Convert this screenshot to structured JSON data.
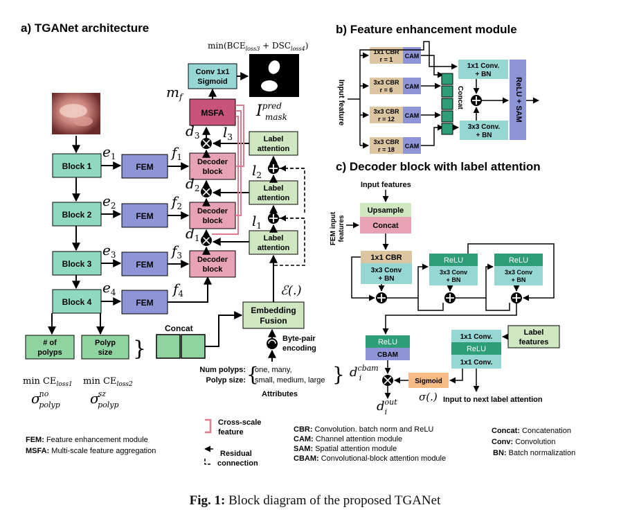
{
  "sections": {
    "a": "a) TGANet architecture",
    "b": "b) Feature enhancement module",
    "c": "c) Decoder block with label attention"
  },
  "colors": {
    "block_green": "#8fd8c1",
    "fem_blue": "#8d95d6",
    "decoder_pink": "#e7a2b6",
    "msfa_pink": "#c9547a",
    "conv_teal": "#96d7d4",
    "label_green": "#cfe8c2",
    "attr_green": "#8fd3a0",
    "relu_green": "#2e9e7a",
    "cbr_tan": "#dcc6a2",
    "cam_blue": "#8d95d6",
    "sigmoid_orange": "#f7bb84",
    "residual_red": "#e07a8e"
  },
  "panel_a": {
    "blocks": [
      "Block 1",
      "Block 2",
      "Block 3",
      "Block 4"
    ],
    "encoder_features": [
      "e",
      "e",
      "e",
      "e"
    ],
    "encoder_subscripts": [
      "1",
      "2",
      "3",
      "4"
    ],
    "fem": "FEM",
    "fem_outputs": [
      "f",
      "f",
      "f",
      "f"
    ],
    "fem_subscripts": [
      "1",
      "2",
      "3",
      "4"
    ],
    "decoder_line1": "Decoder",
    "decoder_line2": "block",
    "decoder_outputs": [
      "d",
      "d",
      "d"
    ],
    "decoder_subscripts": [
      "3",
      "2",
      "1"
    ],
    "label_attention_line1": "Label",
    "label_attention_line2": "attention",
    "label_outputs": [
      "l",
      "l",
      "l"
    ],
    "label_subscripts": [
      "3",
      "2",
      "1"
    ],
    "msfa": "MSFA",
    "mf_label": "m",
    "mf_sub": "f",
    "conv_line1": "Conv 1x1",
    "conv_line2": "Sigmoid",
    "loss_top": "min(BCE",
    "loss_top_sub1": "loss3",
    "loss_top_mid": " + DSC",
    "loss_top_sub2": "loss4",
    "loss_top_end": ")",
    "pred_label": "I",
    "pred_sup": "pred",
    "pred_sub": "mask",
    "attr_num_line1": "# of",
    "attr_num_line2": "polyps",
    "attr_size_line1": "Polyp",
    "attr_size_line2": "size",
    "loss_num": "min CE",
    "loss_num_sub": "loss1",
    "loss_size": "min CE",
    "loss_size_sub": "loss2",
    "sigma_num_sup": "no",
    "sigma_num_sub": "polyp",
    "sigma_size_sup": "sz",
    "sigma_size_sub": "polyp",
    "sigma": "σ",
    "concat": "Concat",
    "embedding_line1": "Embedding",
    "embedding_line2": "Fusion",
    "embed_func": "ℰ(.)",
    "bpe_line1": "Byte-pair",
    "bpe_line2": "encoding",
    "num_polyps_label": "Num polyps:",
    "polyp_size_label": "Polyp size:",
    "num_polyps_values": "one, many,",
    "polyp_size_values": "small, medium, large",
    "attributes": "Attributes"
  },
  "panel_b": {
    "input": "Input feature",
    "branches": [
      {
        "line1": "1x1 CBR",
        "line2": "r = 1"
      },
      {
        "line1": "3x3 CBR",
        "line2": "r = 6"
      },
      {
        "line1": "3x3 CBR",
        "line2": "r = 12"
      },
      {
        "line1": "3x3 CBR",
        "line2": "r = 18"
      }
    ],
    "cam": "CAM",
    "concat": "Concat",
    "conv_top_line1": "1x1 Conv.",
    "conv_top_line2": "+ BN",
    "conv_bottom_line1": "3x3 Conv.",
    "conv_bottom_line2": "+ BN",
    "relu_sam": "ReLU + SAM"
  },
  "panel_c": {
    "input_features": "Input features",
    "fem_input_line1": "FEM input",
    "fem_input_line2": "features",
    "upsample": "Upsample",
    "concat": "Concat",
    "cbr": "1x1 CBR",
    "conv_line1": "3x3 Conv",
    "conv_line2": "+ BN",
    "relu": "ReLU",
    "conv_small_line1": "3x3 Conv",
    "conv_small_line2": "+ BN",
    "cbam": "CBAM",
    "label_features_line1": "Label",
    "label_features_line2": "features",
    "conv1x1": "1x1 Conv.",
    "sigmoid": "Sigmoid",
    "sigma_func": "σ(.)",
    "d_cbam": "d",
    "d_cbam_sup": "cbam",
    "d_cbam_sub": "i",
    "d_out": "d",
    "d_out_sup": "out",
    "d_out_sub": "i",
    "next": "Input to next label attention"
  },
  "legend": {
    "cross_scale_line1": "Cross-scale",
    "cross_scale_line2": "feature",
    "residual_line1": "Residual",
    "residual_line2": "connection",
    "fem": [
      "FEM:",
      " Feature enhancement module"
    ],
    "msfa": [
      "MSFA:",
      " Multi-scale feature aggregation"
    ],
    "cbr": [
      "CBR:",
      " Convolution. batch norm and ReLU"
    ],
    "cam": [
      "CAM:",
      " Channel attention module"
    ],
    "sam": [
      "SAM:",
      " Spatial attention module"
    ],
    "cbam": [
      "CBAM:",
      " Convolutional-block attention module"
    ],
    "concat": [
      "Concat:",
      " Concatenation"
    ],
    "conv": [
      "Conv:",
      " Convolution"
    ],
    "bn": [
      "BN:",
      " Batch normalization"
    ]
  },
  "caption": {
    "label": "Fig. 1:",
    "text": " Block diagram of the proposed TGANet"
  }
}
